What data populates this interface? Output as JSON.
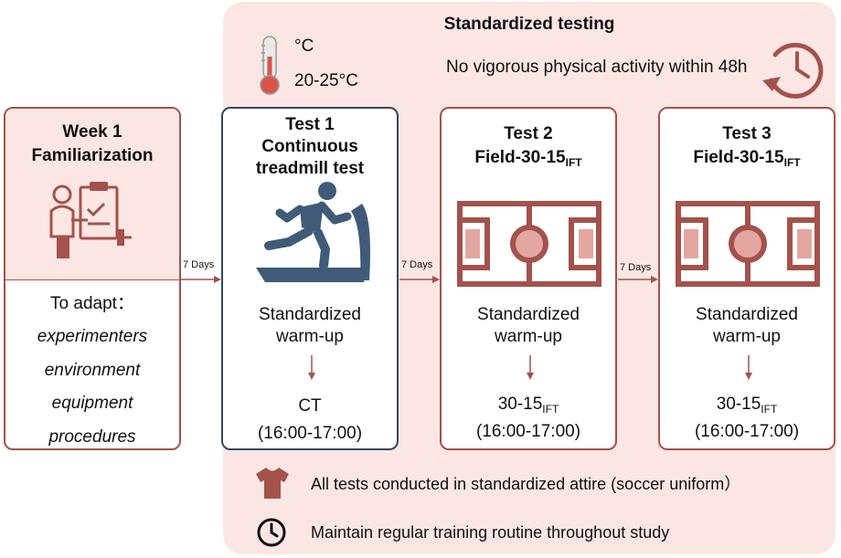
{
  "panel": {
    "title": "Standardized testing"
  },
  "temperature": {
    "unit_label": "°C",
    "range_label": "20-25°C"
  },
  "rest_rule": "No vigorous physical activity within 48h",
  "week1": {
    "title_line1": "Week 1",
    "title_line2": "Familiarization",
    "adapt_label": "To adapt：",
    "items": [
      "experimenters",
      "environment",
      "equipment",
      "procedures"
    ]
  },
  "intervals": [
    "7 Days",
    "7 Days",
    "7 Days"
  ],
  "test1": {
    "title_line1": "Test 1",
    "title_line2": "Continuous",
    "title_line3": "treadmill test",
    "warmup_line1": "Standardized",
    "warmup_line2": "warm-up",
    "protocol": "CT",
    "time": "(16:00-17:00)"
  },
  "test2": {
    "title_line1": "Test 2",
    "title_main": "Field-30-15",
    "title_sub": "IFT",
    "warmup_line1": "Standardized",
    "warmup_line2": "warm-up",
    "protocol_main": "30-15",
    "protocol_sub": "IFT",
    "time": "(16:00-17:00)"
  },
  "test3": {
    "title_line1": "Test 3",
    "title_main": "Field-30-15",
    "title_sub": "IFT",
    "warmup_line1": "Standardized",
    "warmup_line2": "warm-up",
    "protocol_main": "30-15",
    "protocol_sub": "IFT",
    "time": "(16:00-17:00)"
  },
  "notes": {
    "attire": "All tests conducted in standardized attire (soccer uniform）",
    "routine": "Maintain regular training routine throughout study"
  },
  "icons": [
    "thermometer-icon",
    "clock-arrow-icon",
    "clipboard-person-icon",
    "runner-treadmill-icon",
    "soccer-field-icon",
    "shirt-icon",
    "clock-icon"
  ],
  "colors": {
    "accent": "#a4524b",
    "panel_bg": "#fbe6e3",
    "test1_border": "#2f4a63",
    "treadmill": "#3f5b78",
    "field_fill": "#e3a6a0"
  }
}
